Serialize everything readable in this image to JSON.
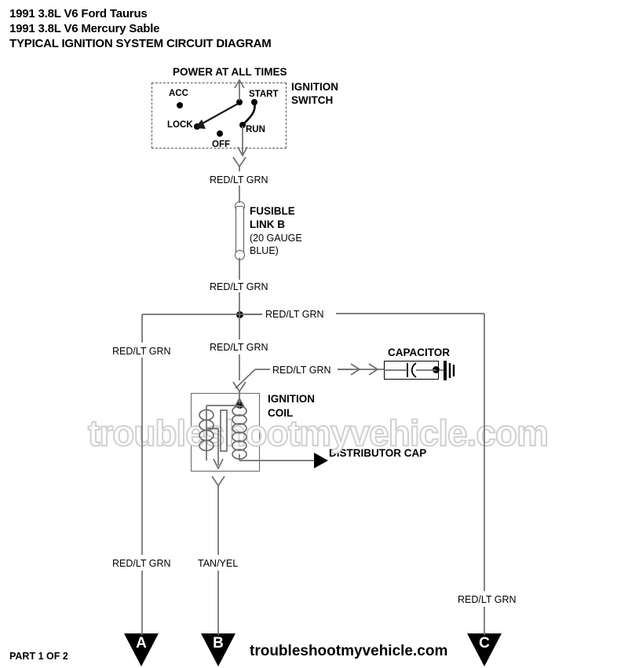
{
  "header": {
    "line1": "1991 3.8L V6 Ford Taurus",
    "line2": "1991 3.8L V6 Mercury Sable",
    "line3": "TYPICAL IGNITION SYSTEM CIRCUIT DIAGRAM"
  },
  "ignition_switch": {
    "power_label": "POWER AT ALL TIMES",
    "title_line1": "IGNITION",
    "title_line2": "SWITCH",
    "positions": [
      {
        "label": "ACC"
      },
      {
        "label": "START"
      },
      {
        "label": "LOCK"
      },
      {
        "label": "RUN"
      },
      {
        "label": "OFF"
      }
    ]
  },
  "fusible_link": {
    "name_line1": "FUSIBLE",
    "name_line2": "LINK B",
    "spec_line1": "(20 GAUGE",
    "spec_line2": "BLUE)"
  },
  "components": {
    "ignition_coil_line1": "IGNITION",
    "ignition_coil_line2": "COIL",
    "capacitor": "CAPACITOR",
    "distributor_cap": "DISTRIBUTOR CAP"
  },
  "wire_labels": {
    "switch_out": "RED/LT GRN",
    "below_fuse": "RED/LT GRN",
    "bus_right": "RED/LT GRN",
    "left_branch_top": "RED/LT GRN",
    "coil_feed": "RED/LT GRN",
    "capacitor_feed": "RED/LT GRN",
    "left_branch_bottom": "RED/LT GRN",
    "coil_out": "TAN/YEL",
    "right_branch_bottom": "RED/LT GRN"
  },
  "connectors": [
    {
      "id": "A"
    },
    {
      "id": "B"
    },
    {
      "id": "C"
    }
  ],
  "footer": {
    "part": "PART 1 OF 2",
    "brand": "troubleshootmyvehicle.com"
  },
  "watermark": {
    "text": "troubleshootmyvehicle.com"
  },
  "colors": {
    "wire": "#6e6e6e",
    "ink": "#000000",
    "watermark": "#d0d0d0"
  }
}
